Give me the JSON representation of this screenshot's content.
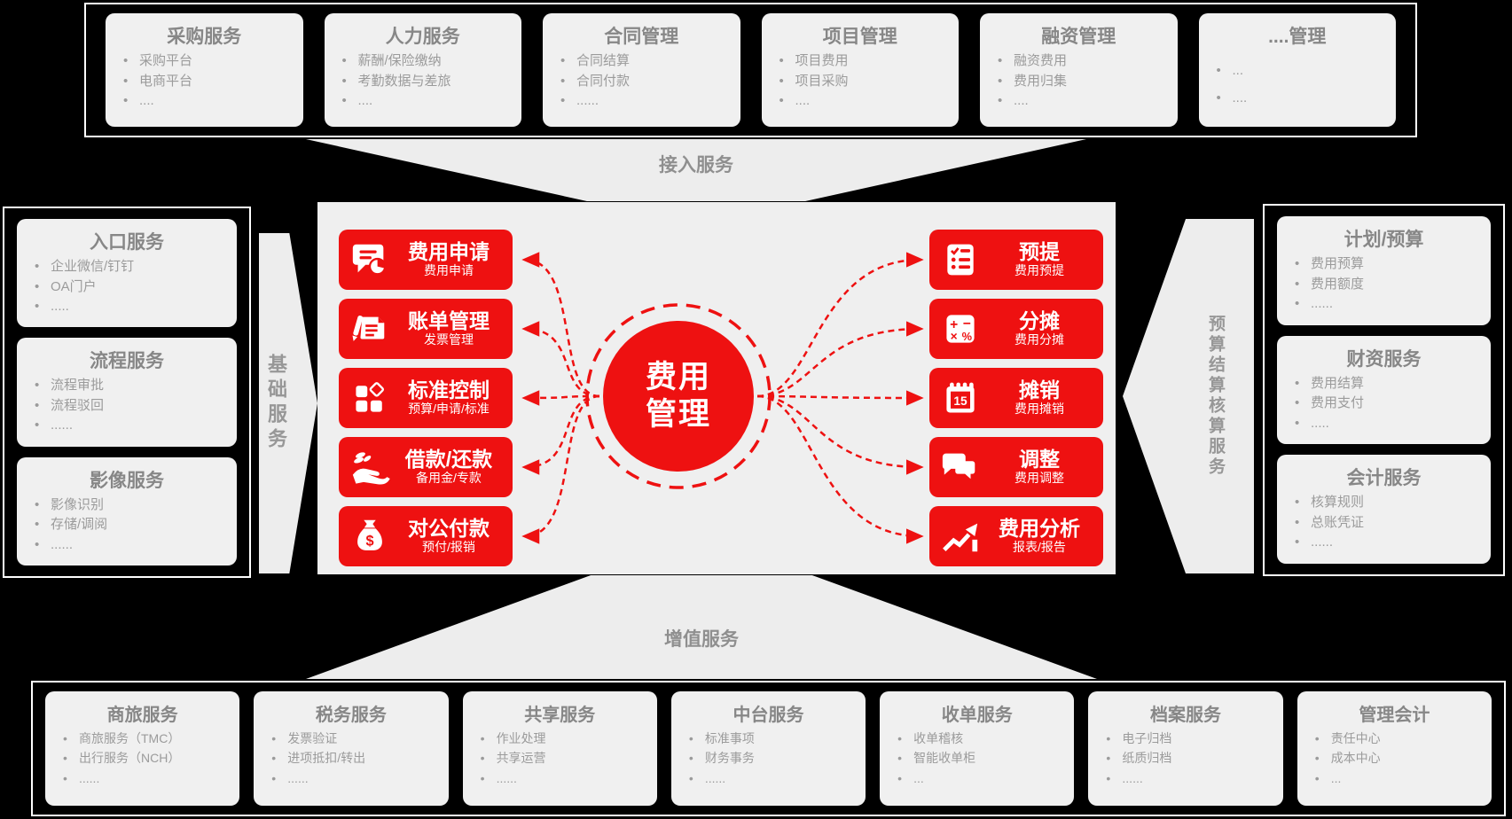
{
  "colors": {
    "background": "#000000",
    "frame_border": "#ffffff",
    "panel_gray": "#efefef",
    "box_gray": "#f0f0f0",
    "title_gray": "#878787",
    "item_gray": "#9b9b9b",
    "accent_red": "#ee1111",
    "node_text": "#ffffff"
  },
  "top_section": {
    "label": "接入服务",
    "boxes": [
      {
        "title": "采购服务",
        "items": [
          "采购平台",
          "电商平台",
          "...."
        ]
      },
      {
        "title": "人力服务",
        "items": [
          "薪酬/保险缴纳",
          "考勤数据与差旅",
          "...."
        ]
      },
      {
        "title": "合同管理",
        "items": [
          "合同结算",
          "合同付款",
          "......"
        ]
      },
      {
        "title": "项目管理",
        "items": [
          "项目费用",
          "项目采购",
          "...."
        ]
      },
      {
        "title": "融资管理",
        "items": [
          "融资费用",
          "费用归集",
          "...."
        ]
      },
      {
        "title": "....管理",
        "items": [
          "...",
          "...."
        ]
      }
    ]
  },
  "left_section": {
    "label": "基础服务",
    "boxes": [
      {
        "title": "入口服务",
        "items": [
          "企业微信/钉钉",
          "OA门户",
          "....."
        ]
      },
      {
        "title": "流程服务",
        "items": [
          "流程审批",
          "流程驳回",
          "......"
        ]
      },
      {
        "title": "影像服务",
        "items": [
          "影像识别",
          "存储/调阅",
          "......"
        ]
      }
    ]
  },
  "right_section": {
    "label": "预算结算核算服务",
    "boxes": [
      {
        "title": "计划/预算",
        "items": [
          "费用预算",
          "费用额度",
          "......"
        ]
      },
      {
        "title": "财资服务",
        "items": [
          "费用结算",
          "费用支付",
          "....."
        ]
      },
      {
        "title": "会计服务",
        "items": [
          "核算规则",
          "总账凭证",
          "......"
        ]
      }
    ]
  },
  "bottom_section": {
    "label": "增值服务",
    "boxes": [
      {
        "title": "商旅服务",
        "items": [
          "商旅服务（TMC）",
          "出行服务（NCH）",
          "......"
        ]
      },
      {
        "title": "税务服务",
        "items": [
          "发票验证",
          "进项抵扣/转出",
          "......"
        ]
      },
      {
        "title": "共享服务",
        "items": [
          "作业处理",
          "共享运营",
          "......"
        ]
      },
      {
        "title": "中台服务",
        "items": [
          "标准事项",
          "财务事务",
          "......"
        ]
      },
      {
        "title": "收单服务",
        "items": [
          "收单稽核",
          "智能收单柜",
          "..."
        ]
      },
      {
        "title": "档案服务",
        "items": [
          "电子归档",
          "纸质归档",
          "......"
        ]
      },
      {
        "title": "管理会计",
        "items": [
          "责任中心",
          "成本中心",
          "..."
        ]
      }
    ]
  },
  "center": {
    "hub": {
      "line1": "费用",
      "line2": "管理"
    },
    "left_nodes": [
      {
        "icon": "chat-pie-icon",
        "title": "费用申请",
        "subtitle": "费用申请"
      },
      {
        "icon": "pen-document-icon",
        "title": "账单管理",
        "subtitle": "发票管理"
      },
      {
        "icon": "grid-diamond-icon",
        "title": "标准控制",
        "subtitle": "预算/申请/标准"
      },
      {
        "icon": "hand-coins-icon",
        "title": "借款/还款",
        "subtitle": "备用金/专款"
      },
      {
        "icon": "money-bag-icon",
        "title": "对公付款",
        "subtitle": "预付/报销"
      }
    ],
    "right_nodes": [
      {
        "icon": "checklist-icon",
        "title": "预提",
        "subtitle": "费用预提"
      },
      {
        "icon": "calculator-icon",
        "title": "分摊",
        "subtitle": "费用分摊"
      },
      {
        "icon": "calendar-icon",
        "title": "摊销",
        "subtitle": "费用摊销"
      },
      {
        "icon": "chat-bubbles-icon",
        "title": "调整",
        "subtitle": "费用调整"
      },
      {
        "icon": "chart-growth-icon",
        "title": "费用分析",
        "subtitle": "报表/报告"
      }
    ]
  }
}
